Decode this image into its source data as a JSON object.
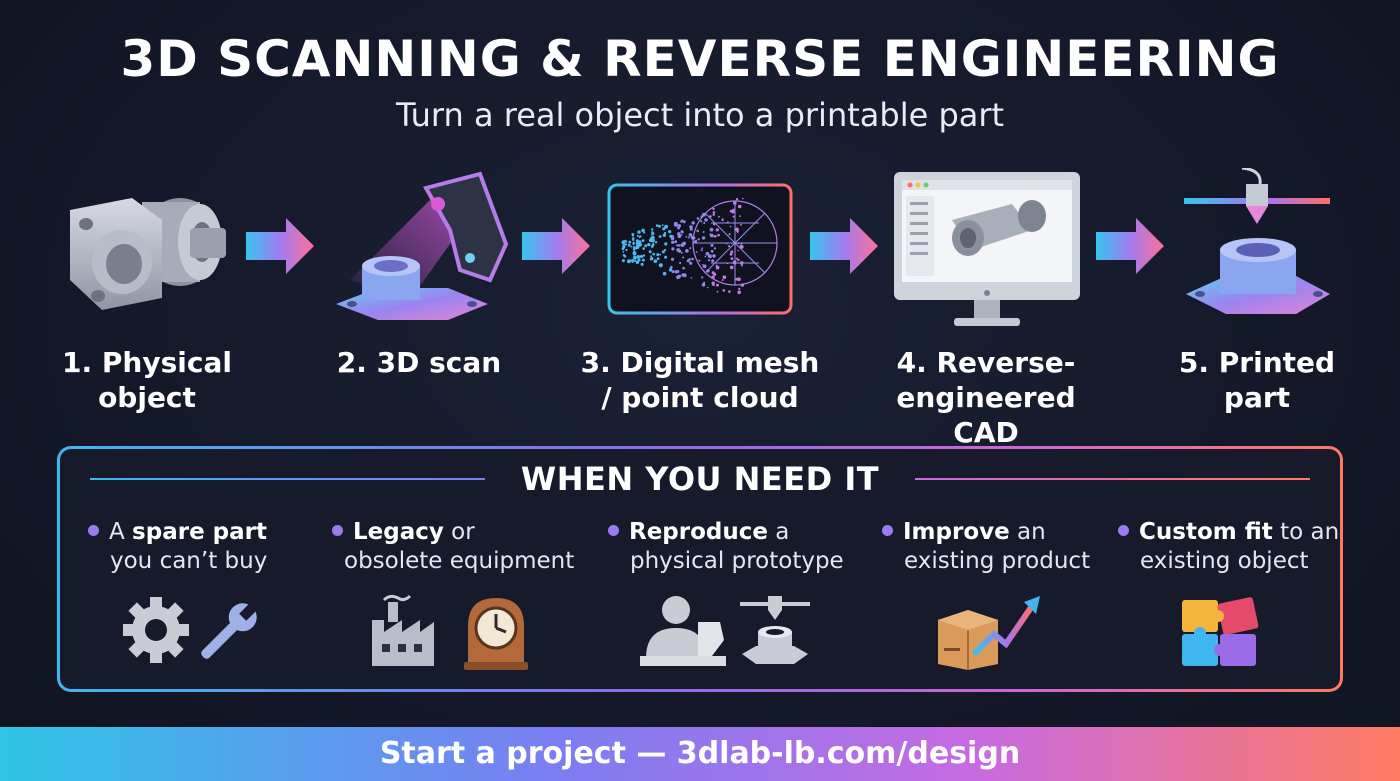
{
  "header": {
    "title": "3D SCANNING & REVERSE ENGINEERING",
    "subtitle": "Turn a real object into a printable part"
  },
  "steps": [
    {
      "line1": "1. Physical",
      "line2": "object",
      "icon": "flange-part-icon"
    },
    {
      "line1": "2. 3D scan",
      "line2": "",
      "icon": "handheld-scanner-icon"
    },
    {
      "line1": "3. Digital mesh",
      "line2": "/ point cloud",
      "icon": "point-cloud-mesh-icon"
    },
    {
      "line1": "4. Reverse-",
      "line2": "engineered CAD",
      "icon": "cad-monitor-icon"
    },
    {
      "line1": "5. Printed",
      "line2": "part",
      "icon": "3d-printer-nozzle-icon"
    }
  ],
  "panel": {
    "heading": "WHEN YOU NEED IT",
    "items": [
      {
        "bold1": "",
        "pre": "A ",
        "bold": "spare part",
        "post": "",
        "line2": "you can’t buy",
        "icons": [
          "gear-icon",
          "wrench-icon"
        ]
      },
      {
        "pre": "",
        "bold": "Legacy",
        "post": " or",
        "line2": "obsolete equipment",
        "icons": [
          "factory-icon",
          "antique-clock-icon"
        ]
      },
      {
        "pre": "",
        "bold": "Reproduce",
        "post": " a",
        "line2": "physical prototype",
        "icons": [
          "person-bust-icon",
          "printer-part-icon"
        ]
      },
      {
        "pre": "",
        "bold": "Improve",
        "post": " an",
        "line2": "existing product",
        "icons": [
          "box-growth-arrow-icon"
        ]
      },
      {
        "pre": "",
        "bold": "Custom fit",
        "post": " to an",
        "line2": "existing object",
        "icons": [
          "puzzle-icon"
        ]
      }
    ]
  },
  "footer": {
    "cta": "Start a project — 3dlab-lb.com/design"
  },
  "colors": {
    "background": "#151a2b",
    "gradient_start": "#2fc4e6",
    "gradient_mid": "#8a6cf0",
    "gradient_end": "#ff7b62"
  }
}
